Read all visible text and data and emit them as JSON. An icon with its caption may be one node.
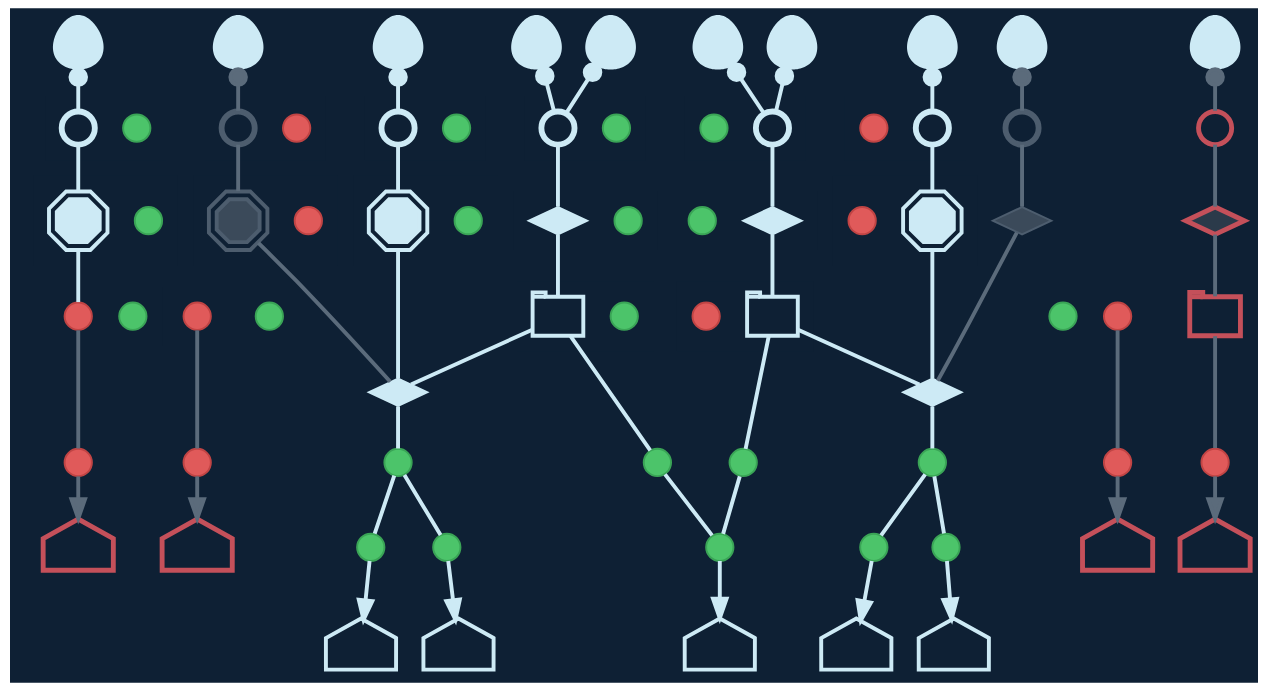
{
  "diagram": {
    "nodes": [
      {
        "text": [],
        "shape": "person"
      },
      {
        "text": [],
        "shape": "person"
      },
      {
        "text": [],
        "shape": "person"
      },
      {
        "text": [],
        "shape": "person"
      },
      {
        "text": [],
        "shape": "person"
      },
      {
        "text": [],
        "shape": "person"
      },
      {
        "text": [],
        "shape": "person"
      },
      {
        "text": [],
        "shape": "person"
      },
      {
        "text": [],
        "shape": "person"
      },
      {
        "text": [],
        "shape": "person"
      },
      {
        "text": [],
        "shape": "magnifier"
      },
      {
        "text": [],
        "shape": "check"
      },
      {
        "text": [],
        "shape": "magnifier"
      },
      {
        "text": [],
        "shape": "cross"
      },
      {
        "text": [],
        "shape": "magnifier"
      },
      {
        "text": [],
        "shape": "check"
      },
      {
        "text": [],
        "shape": "magnifier"
      },
      {
        "text": [],
        "shape": "check"
      },
      {
        "text": [],
        "shape": "check"
      },
      {
        "text": [],
        "shape": "magnifier"
      },
      {
        "text": [],
        "shape": "cross"
      },
      {
        "text": [],
        "shape": "magnifier"
      },
      {
        "text": [],
        "shape": "magnifier"
      },
      {
        "text": [],
        "shape": "magnifier"
      },
      {
        "text": [],
        "shape": "gear"
      },
      {
        "text": [],
        "shape": "check"
      },
      {
        "text": [],
        "shape": "gear"
      },
      {
        "text": [],
        "shape": "cross"
      },
      {
        "text": [],
        "shape": "gear"
      },
      {
        "text": [],
        "shape": "check"
      },
      {
        "text": [],
        "shape": "cap"
      },
      {
        "text": [],
        "shape": "check"
      },
      {
        "text": [],
        "shape": "check"
      },
      {
        "text": [],
        "shape": "cap"
      },
      {
        "text": [],
        "shape": "cross"
      },
      {
        "text": [],
        "shape": "gear"
      },
      {
        "text": [],
        "shape": "cap"
      },
      {
        "text": [],
        "shape": "cap"
      },
      {
        "text": [],
        "shape": "cross"
      },
      {
        "text": [],
        "shape": "check"
      },
      {
        "text": [],
        "shape": "cross"
      },
      {
        "text": [],
        "shape": "check"
      },
      {
        "text": [],
        "shape": "window"
      },
      {
        "text": [],
        "shape": "check"
      },
      {
        "text": [],
        "shape": "cross"
      },
      {
        "text": [],
        "shape": "window"
      },
      {
        "text": [],
        "shape": "check"
      },
      {
        "text": [],
        "shape": "cross"
      },
      {
        "text": [],
        "shape": "window"
      },
      {
        "text": [],
        "shape": "cap"
      },
      {
        "text": [],
        "shape": "cap"
      },
      {
        "text": [],
        "shape": "cross"
      },
      {
        "text": [],
        "shape": "cross"
      },
      {
        "text": [],
        "shape": "check"
      },
      {
        "text": [],
        "shape": "check"
      },
      {
        "text": [],
        "shape": "check"
      },
      {
        "text": [],
        "shape": "check"
      },
      {
        "text": [],
        "shape": "cross"
      },
      {
        "text": [],
        "shape": "cross"
      },
      {
        "text": [],
        "shape": "envelope"
      },
      {
        "text": [],
        "shape": "envelope"
      },
      {
        "text": [],
        "shape": "check"
      },
      {
        "text": [],
        "shape": "check"
      },
      {
        "text": [],
        "shape": "check"
      },
      {
        "text": [],
        "shape": "check"
      },
      {
        "text": [],
        "shape": "check"
      },
      {
        "text": [],
        "shape": "envelope"
      },
      {
        "text": [],
        "shape": "envelope"
      },
      {
        "text": [],
        "shape": "envelope"
      },
      {
        "text": [],
        "shape": "envelope"
      },
      {
        "text": [],
        "shape": "envelope"
      },
      {
        "text": [],
        "shape": "envelope"
      },
      {
        "text": [],
        "shape": "envelope"
      }
    ],
    "edges": [
      {
        "from": 0,
        "to": 10,
        "arrow": "other"
      },
      {
        "from": 1,
        "to": 12,
        "arrow": "other",
        "color": "#5b6b7b"
      },
      {
        "from": 2,
        "to": 14,
        "arrow": "other"
      },
      {
        "from": 3,
        "to": 16,
        "arrow": "other"
      },
      {
        "from": 4,
        "to": 16,
        "arrow": "other"
      },
      {
        "from": 5,
        "to": 19,
        "arrow": "other"
      },
      {
        "from": 6,
        "to": 19,
        "arrow": "other"
      },
      {
        "from": 7,
        "to": 21,
        "arrow": "other"
      },
      {
        "from": 8,
        "to": 22,
        "arrow": "other",
        "color": "#5b6b7b"
      },
      {
        "from": 9,
        "to": 23,
        "arrow": "other",
        "color": "#5b6b7b"
      },
      {
        "from": 10,
        "to": 24,
        "arrow": "none"
      },
      {
        "from": 12,
        "to": 26,
        "arrow": "none",
        "color": "#5b6b7b"
      },
      {
        "from": 14,
        "to": 28,
        "arrow": "none"
      },
      {
        "from": 16,
        "to": 30,
        "arrow": "none"
      },
      {
        "from": 19,
        "to": 33,
        "arrow": "none"
      },
      {
        "from": 21,
        "to": 35,
        "arrow": "none"
      },
      {
        "from": 22,
        "to": 36,
        "arrow": "none",
        "color": "#5b6b7b"
      },
      {
        "from": 23,
        "to": 37,
        "arrow": "none",
        "color": "#5b6b7b"
      },
      {
        "from": 24,
        "to": 38,
        "arrow": "none"
      },
      {
        "from": 26,
        "to": 49,
        "arrow": "none",
        "color": "#5b6b7b"
      },
      {
        "from": 28,
        "to": 49,
        "arrow": "none"
      },
      {
        "from": 30,
        "to": 42,
        "arrow": "none"
      },
      {
        "from": 33,
        "to": 45,
        "arrow": "none"
      },
      {
        "from": 35,
        "to": 50,
        "arrow": "none"
      },
      {
        "from": 36,
        "to": 50,
        "arrow": "none",
        "color": "#5b6b7b"
      },
      {
        "from": 37,
        "to": 48,
        "arrow": "none",
        "color": "#5b6b7b"
      },
      {
        "from": 38,
        "to": 51,
        "arrow": "none",
        "color": "#5b6b7b"
      },
      {
        "from": 40,
        "to": 52,
        "arrow": "none",
        "color": "#5b6b7b"
      },
      {
        "from": 42,
        "to": 49,
        "arrow": "none"
      },
      {
        "from": 42,
        "to": 54,
        "arrow": "none"
      },
      {
        "from": 45,
        "to": 55,
        "arrow": "none"
      },
      {
        "from": 45,
        "to": 50,
        "arrow": "none"
      },
      {
        "from": 47,
        "to": 57,
        "arrow": "none",
        "color": "#5b6b7b"
      },
      {
        "from": 48,
        "to": 58,
        "arrow": "none",
        "color": "#5b6b7b"
      },
      {
        "from": 49,
        "to": 53,
        "arrow": "none"
      },
      {
        "from": 50,
        "to": 56,
        "arrow": "none"
      },
      {
        "from": 51,
        "to": 59,
        "arrow": "to",
        "color": "#5b6b7b"
      },
      {
        "from": 52,
        "to": 60,
        "arrow": "to",
        "color": "#5b6b7b"
      },
      {
        "from": 53,
        "to": 61,
        "arrow": "none"
      },
      {
        "from": 53,
        "to": 62,
        "arrow": "none"
      },
      {
        "from": 54,
        "to": 63,
        "arrow": "none"
      },
      {
        "from": 55,
        "to": 63,
        "arrow": "none"
      },
      {
        "from": 56,
        "to": 64,
        "arrow": "none"
      },
      {
        "from": 56,
        "to": 65,
        "arrow": "none"
      },
      {
        "from": 57,
        "to": 66,
        "arrow": "to",
        "color": "#5b6b7b"
      },
      {
        "from": 58,
        "to": 67,
        "arrow": "to",
        "color": "#5b6b7b"
      },
      {
        "from": 61,
        "to": 68,
        "arrow": "to"
      },
      {
        "from": 62,
        "to": 69,
        "arrow": "to"
      },
      {
        "from": 63,
        "to": 70,
        "arrow": "to"
      },
      {
        "from": 64,
        "to": 71,
        "arrow": "to"
      },
      {
        "from": 65,
        "to": 72,
        "arrow": "to"
      }
    ]
  }
}
